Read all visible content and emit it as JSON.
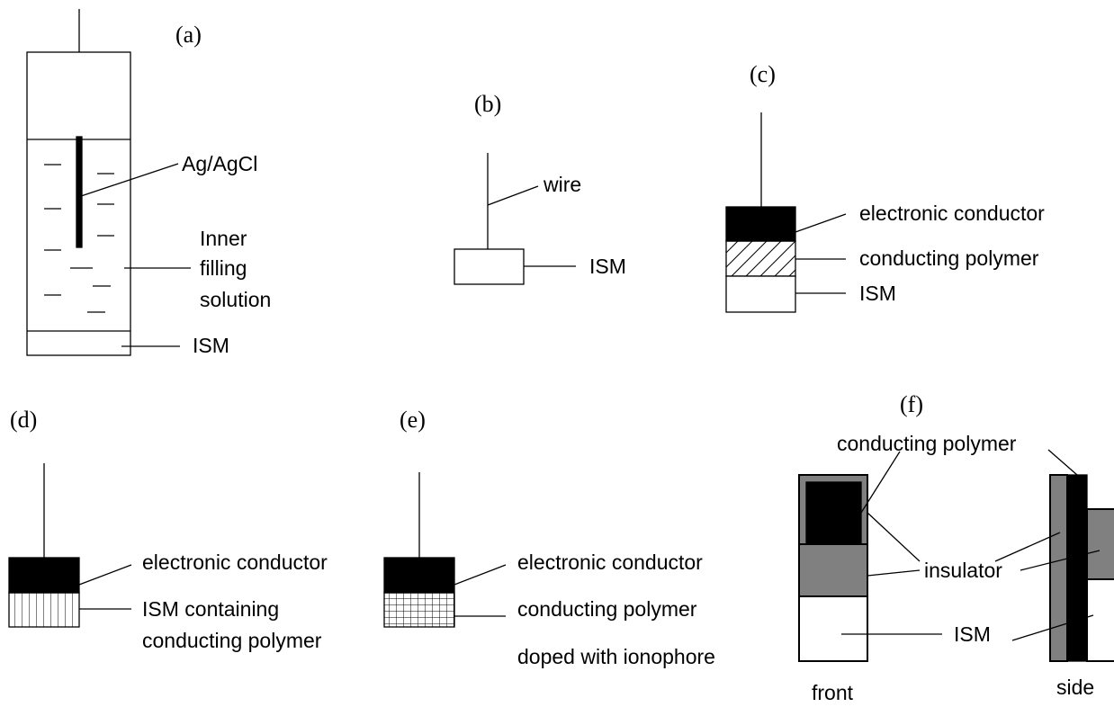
{
  "panels": {
    "a": {
      "tag": "(a)",
      "labels": {
        "electrode": "Ag/AgCl",
        "solution_line1": "Inner",
        "solution_line2": "filling",
        "solution_line3": "solution",
        "membrane": "ISM"
      }
    },
    "b": {
      "tag": "(b)",
      "labels": {
        "wire": "wire",
        "membrane": "ISM"
      }
    },
    "c": {
      "tag": "(c)",
      "labels": {
        "conductor": "electronic conductor",
        "polymer": "conducting polymer",
        "membrane": "ISM"
      }
    },
    "d": {
      "tag": "(d)",
      "labels": {
        "conductor": "electronic conductor",
        "membrane_line1": "ISM containing",
        "membrane_line2": "conducting polymer"
      }
    },
    "e": {
      "tag": "(e)",
      "labels": {
        "conductor": "electronic conductor",
        "polymer_line1": "conducting polymer",
        "polymer_line2": "doped with ionophore"
      }
    },
    "f": {
      "tag": "(f)",
      "labels": {
        "polymer": "conducting polymer",
        "insulator": "insulator",
        "membrane": "ISM",
        "front_view": "front",
        "side_view": "side"
      }
    }
  },
  "colors": {
    "ink": "#000000",
    "insulator_fill": "#808080",
    "background": "#ffffff"
  }
}
